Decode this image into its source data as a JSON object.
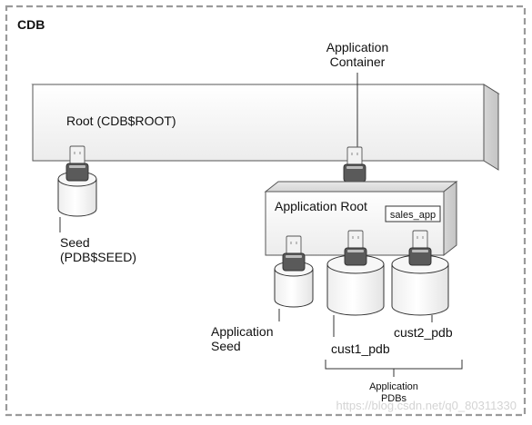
{
  "cdb_label": "CDB",
  "application_container_label": [
    "Application",
    "Container"
  ],
  "root_label": "Root (CDB$ROOT)",
  "seed_label": [
    "Seed",
    "(PDB$SEED)"
  ],
  "application_root_label": "Application Root",
  "sales_app_label": "sales_app",
  "application_seed_label": [
    "Application",
    "Seed"
  ],
  "cust1_label": "cust1_pdb",
  "cust2_label": "cust2_pdb",
  "application_pdbs_label": [
    "Application",
    "PDBs"
  ],
  "watermark": "https://blog.csdn.net/q0_80311330"
}
